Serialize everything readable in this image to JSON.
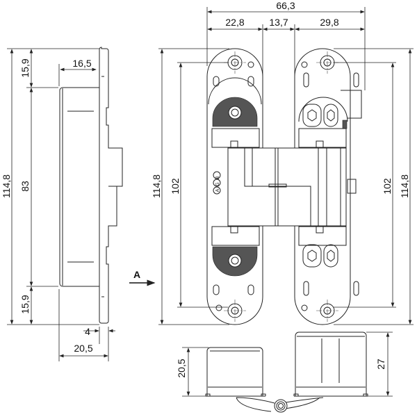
{
  "side_view": {
    "dim_total_height": "114,8",
    "dim_top_offset": "15,9",
    "dim_body_height": "83",
    "dim_bottom_offset": "15,9",
    "dim_body_inset": "16,5",
    "dim_plate_thickness": "4",
    "dim_total_depth": "20,5"
  },
  "front_view": {
    "dim_overall_width": "66,3",
    "dim_left_leaf": "22,8",
    "dim_gap": "13,7",
    "dim_right_leaf": "29,8",
    "dim_left_height": "114,8",
    "dim_left_hole_spacing": "102",
    "dim_right_hole_spacing": "102",
    "dim_right_height": "114,8",
    "logo_text": "AGB",
    "view_arrow_label": "A"
  },
  "bottom_view": {
    "dim_left_depth": "20,5",
    "dim_right_depth": "27"
  }
}
